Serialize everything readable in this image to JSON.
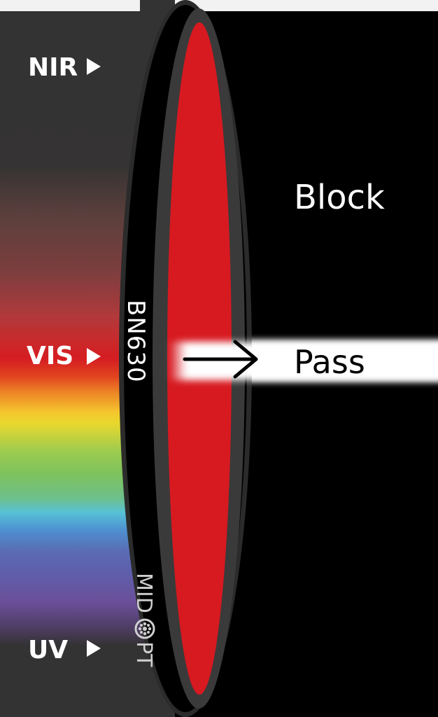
{
  "diagram": {
    "labels": {
      "nir": "NIR",
      "vis": "VIS",
      "uv": "UV",
      "block": "Block",
      "pass": "Pass",
      "filter_model": "BN630",
      "brand_left": "MID",
      "brand_right": "PT"
    },
    "icons": {
      "nir_arrow": "play-triangle-icon",
      "vis_arrow": "play-triangle-icon",
      "uv_arrow": "play-triangle-icon",
      "pass_arrow": "right-arrow-icon",
      "brand_o": "lens-aperture-icon"
    },
    "colors": {
      "background_left": "#333333",
      "background_right": "#000000",
      "filter_rim": "#3a3a3a",
      "filter_red": "#d71920",
      "pass_beam": "#ffffff",
      "spectrum": [
        "#333333",
        "#5a3f3c",
        "#7a3f3f",
        "#b23a3a",
        "#d51d22",
        "#e65a1e",
        "#f2d229",
        "#7fbf59",
        "#56c1d7",
        "#5a6bb3",
        "#6b4f9a",
        "#333333"
      ]
    }
  }
}
